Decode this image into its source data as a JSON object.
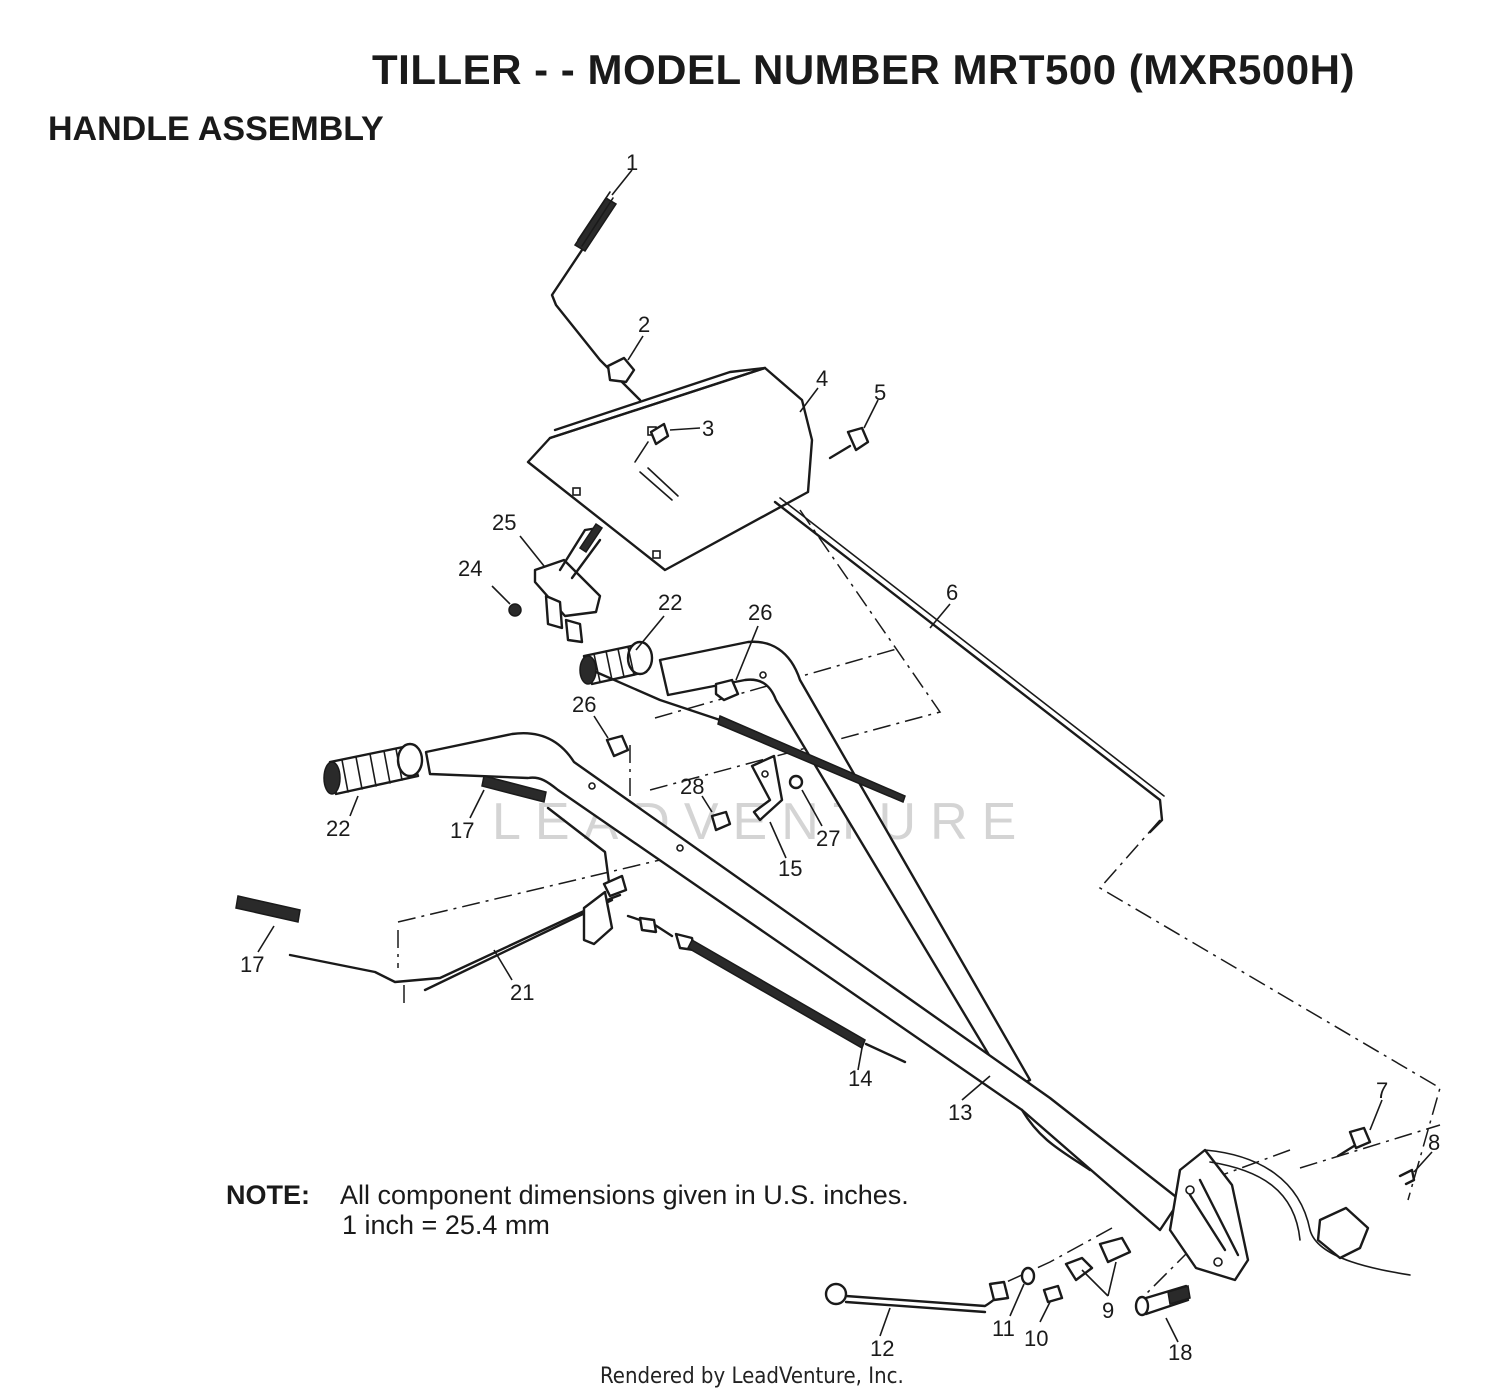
{
  "header": {
    "title": "TILLER - - MODEL NUMBER MRT500 (MXR500H)",
    "subtitle": "HANDLE ASSEMBLY"
  },
  "note": {
    "label": "NOTE:",
    "line1": "All component dimensions given in U.S. inches.",
    "line2": "1 inch = 25.4 mm"
  },
  "watermark": "LEADVENTURE",
  "footer": "Rendered by LeadVenture, Inc.",
  "callouts": [
    "1",
    "2",
    "3",
    "4",
    "5",
    "6",
    "7",
    "8",
    "9",
    "10",
    "11",
    "12",
    "13",
    "14",
    "15",
    "17",
    "17",
    "18",
    "21",
    "22",
    "22",
    "24",
    "25",
    "26",
    "26",
    "27",
    "28"
  ]
}
